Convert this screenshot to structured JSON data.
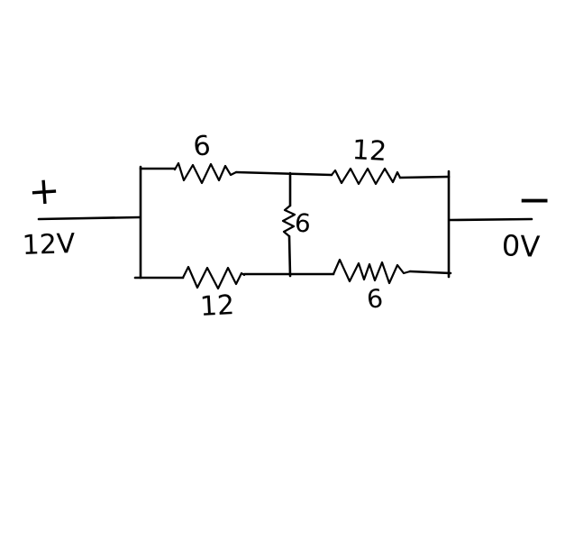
{
  "page": {
    "background": "#ffffff",
    "ink_color": "#000000",
    "style": "hand-drawn pencil sketch on white canvas"
  },
  "circuit": {
    "description": "Hand-drawn resistive bridge network between a 12V positive terminal (left) and a 0V terminal (right); two parallel branches of series resistors with a middle bridging resistor",
    "left_terminal": {
      "polarity": "+",
      "label": "12V"
    },
    "right_terminal": {
      "polarity": "−",
      "label": "0V"
    },
    "resistors": {
      "top_left": "6",
      "top_right": "12",
      "middle": "6",
      "bottom_left": "12",
      "bottom_right": "6"
    }
  }
}
